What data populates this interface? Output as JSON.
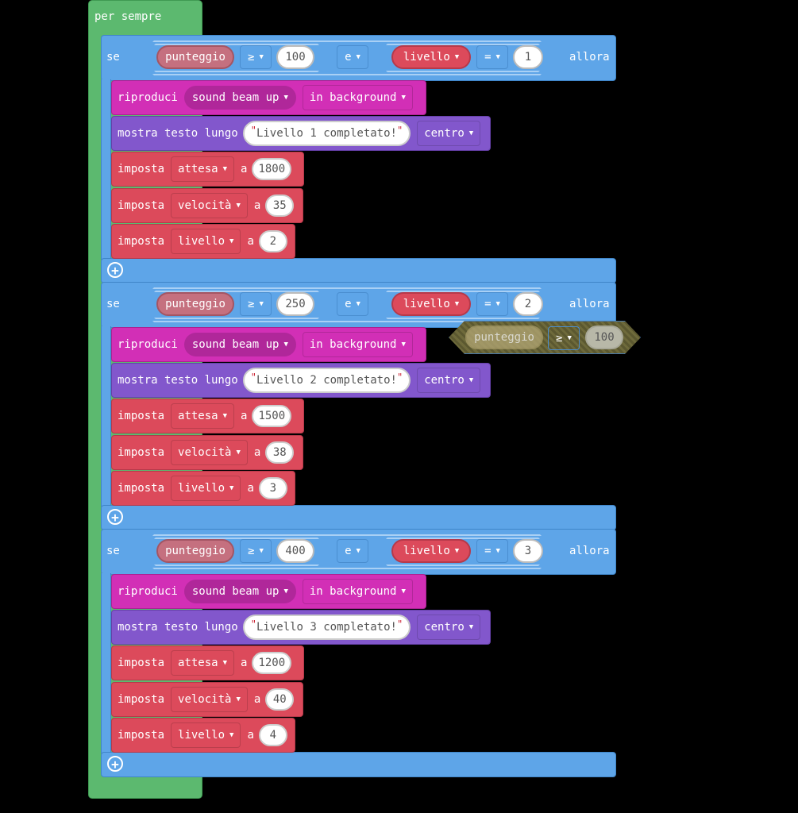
{
  "forever": {
    "label": "per sempre"
  },
  "if_blocks": [
    {
      "if_label": "se",
      "then_label": "allora",
      "cond_left": {
        "variable": "punteggio",
        "operator": "≥",
        "value": "100"
      },
      "logic": "e",
      "cond_right": {
        "variable": "livello",
        "operator": "=",
        "value": "1"
      },
      "play": {
        "label": "riproduci",
        "sound": "sound beam up",
        "mode": "in background"
      },
      "show": {
        "label": "mostra testo lungo",
        "text": "Livello 1 completato!",
        "align": "centro"
      },
      "sets": [
        {
          "label": "imposta",
          "variable": "attesa",
          "to": "a",
          "value": "1800"
        },
        {
          "label": "imposta",
          "variable": "velocità",
          "to": "a",
          "value": "35"
        },
        {
          "label": "imposta",
          "variable": "livello",
          "to": "a",
          "value": "2"
        }
      ]
    },
    {
      "if_label": "se",
      "then_label": "allora",
      "cond_left": {
        "variable": "punteggio",
        "operator": "≥",
        "value": "250"
      },
      "logic": "e",
      "cond_right": {
        "variable": "livello",
        "operator": "=",
        "value": "2"
      },
      "play": {
        "label": "riproduci",
        "sound": "sound beam up",
        "mode": "in background"
      },
      "show": {
        "label": "mostra testo lungo",
        "text": "Livello 2 completato!",
        "align": "centro"
      },
      "sets": [
        {
          "label": "imposta",
          "variable": "attesa",
          "to": "a",
          "value": "1500"
        },
        {
          "label": "imposta",
          "variable": "velocità",
          "to": "a",
          "value": "38"
        },
        {
          "label": "imposta",
          "variable": "livello",
          "to": "a",
          "value": "3"
        }
      ]
    },
    {
      "if_label": "se",
      "then_label": "allora",
      "cond_left": {
        "variable": "punteggio",
        "operator": "≥",
        "value": "400"
      },
      "logic": "e",
      "cond_right": {
        "variable": "livello",
        "operator": "=",
        "value": "3"
      },
      "play": {
        "label": "riproduci",
        "sound": "sound beam up",
        "mode": "in background"
      },
      "show": {
        "label": "mostra testo lungo",
        "text": "Livello 3 completato!",
        "align": "centro"
      },
      "sets": [
        {
          "label": "imposta",
          "variable": "attesa",
          "to": "a",
          "value": "1200"
        },
        {
          "label": "imposta",
          "variable": "velocità",
          "to": "a",
          "value": "40"
        },
        {
          "label": "imposta",
          "variable": "livello",
          "to": "a",
          "value": "4"
        }
      ]
    }
  ],
  "ghost_block": {
    "variable": "punteggio",
    "operator": "≥",
    "value": "100"
  },
  "icons": {
    "add": "plus-circle-icon",
    "dropdown": "caret-down-icon"
  },
  "colors": {
    "forever": "#5cb96f",
    "logic": "#5ea5e8",
    "music": "#d22fb6",
    "display": "#8257cc",
    "variables": "#dc4a5b",
    "background": "#000000"
  }
}
